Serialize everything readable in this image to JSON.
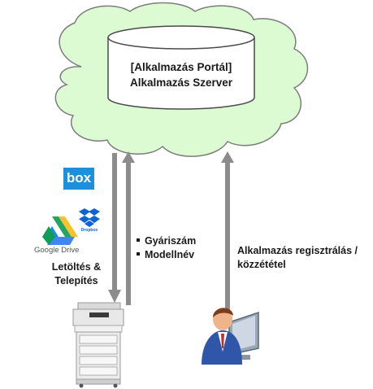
{
  "server": {
    "line1": "[Alkalmazás Portál]",
    "line2": "Alkalmazás Szerver"
  },
  "download_label": {
    "line1": "Letöltés &",
    "line2": "Telepítés"
  },
  "upload_list": [
    "Gyáriszám",
    "Modellnév"
  ],
  "register_label": {
    "line1": "Alkalmazás regisztrálás /",
    "line2": "közzététel"
  },
  "logos": {
    "box": "box",
    "dropbox": "Dropbox",
    "google_drive": "Google Drive"
  },
  "colors": {
    "cloud_fill": "#dcfbd2",
    "cloud_stroke": "#7d7d7d",
    "arrow": "#8c8c8c",
    "box_blue": "#1e8fdc",
    "dropbox_blue": "#0d62d8"
  }
}
